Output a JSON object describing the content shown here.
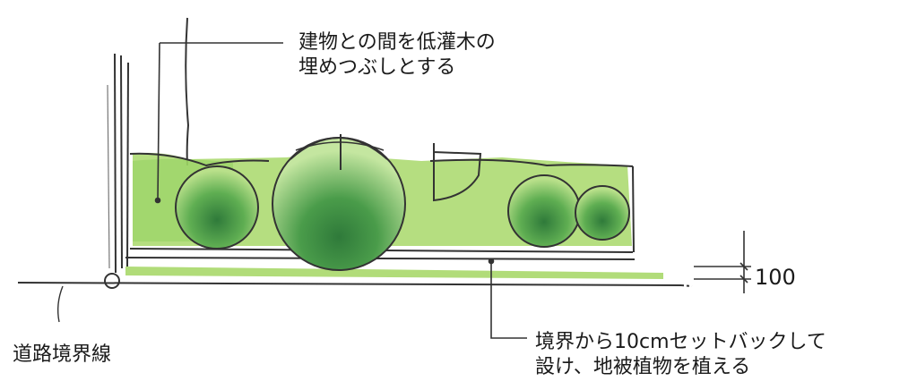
{
  "annotations": {
    "top_line1": "建物との間を低灌木の",
    "top_line2": "埋めつぶしとする",
    "road_boundary": "道路境界線",
    "setback_line1": "境界から10cmセットバックして",
    "setback_line2": "設け、地被植物を植える",
    "dimension": "100"
  },
  "colors": {
    "ink": "#1a1a1a",
    "ground_cover": "#a8d86a",
    "shrub_light": "#8fcf5c",
    "shrub_dark": "#2f7a3a"
  }
}
